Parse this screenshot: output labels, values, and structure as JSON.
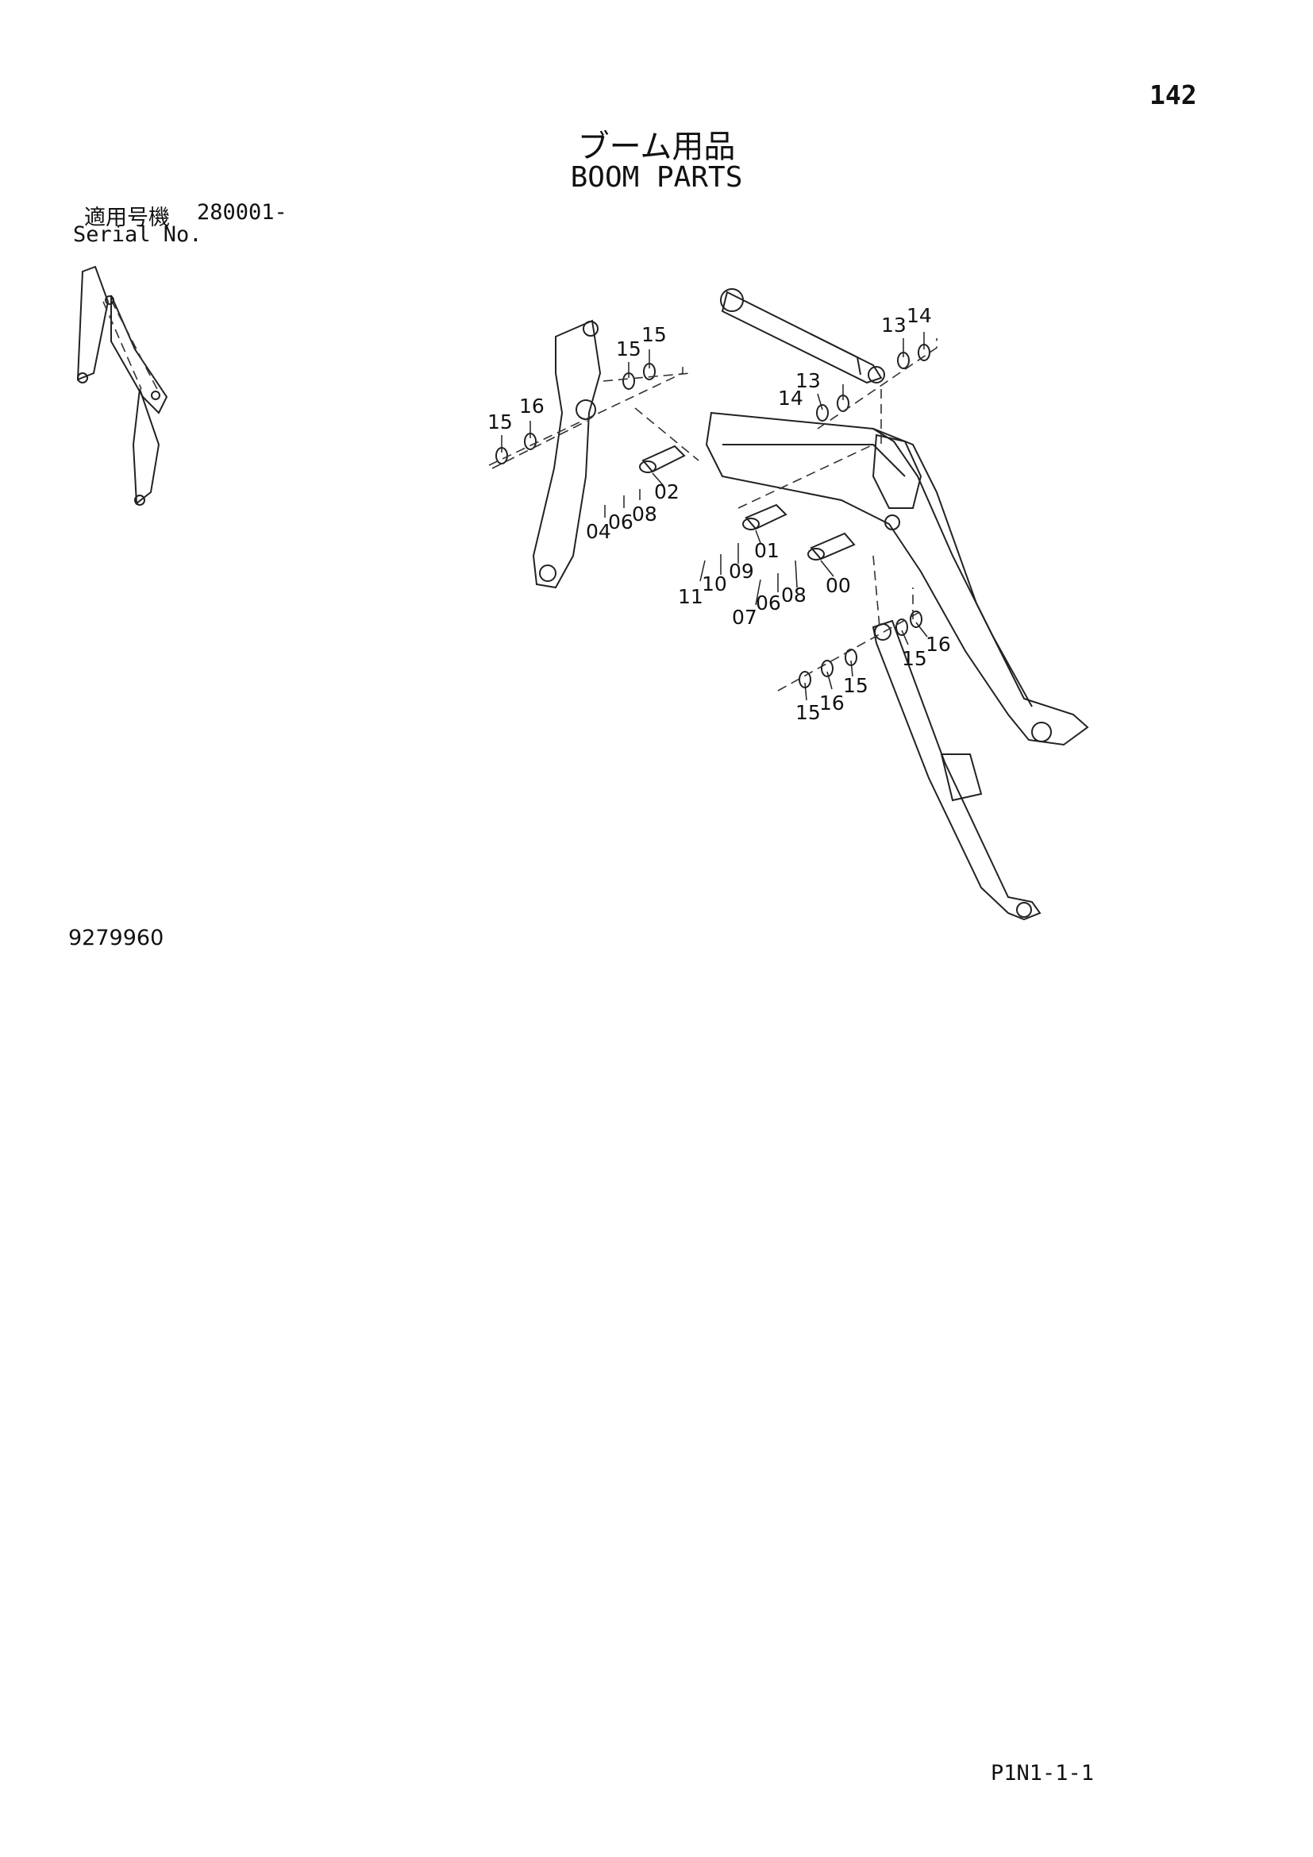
{
  "header": {
    "page_number": "142",
    "title_jp": "ブーム用品",
    "title_en": "BOOM PARTS"
  },
  "applicability": {
    "label_jp": "適用号機",
    "label_en": "Serial No.",
    "value": "280001-"
  },
  "figure_number": "9279960",
  "page_code": "P1N1-1-1",
  "callouts": [
    "15",
    "15",
    "15",
    "16",
    "02",
    "04",
    "06",
    "08",
    "13",
    "14",
    "13",
    "14",
    "01",
    "09",
    "10",
    "11",
    "07",
    "06",
    "08",
    "00",
    "15",
    "16",
    "15",
    "16",
    "15",
    "15"
  ]
}
